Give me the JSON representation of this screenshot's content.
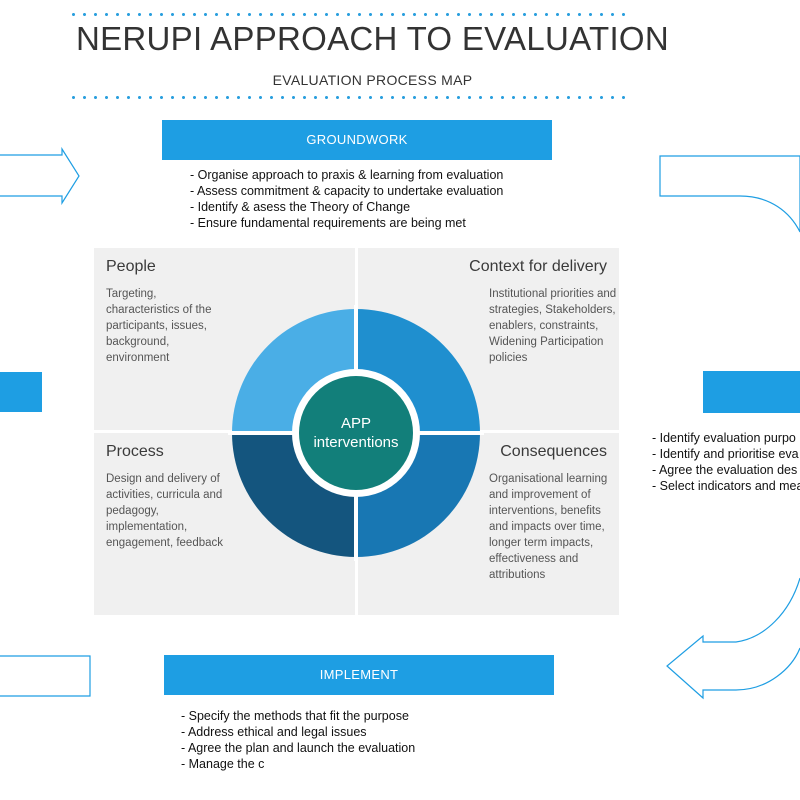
{
  "header": {
    "title": "NERUPI APPROACH TO EVALUATION",
    "subtitle": "EVALUATION PROCESS MAP"
  },
  "groundwork": {
    "label": "GROUNDWORK",
    "bullets": [
      "- Organise approach to praxis & learning from evaluation",
      "- Assess commitment & capacity to undertake evaluation",
      "- Identify & asess the Theory of Change",
      "- Ensure fundamental requirements are being met"
    ]
  },
  "plan": {
    "bullets": [
      "- Identify evaluation purpo",
      "- Identify and prioritise eva",
      "- Agree the evaluation des",
      "- Select indicators and mea"
    ]
  },
  "implement": {
    "label": "IMPLEMENT",
    "bullets": [
      "- Specify the methods that fit the purpose",
      "- Address ethical and legal issues",
      "- Agree the plan and launch the evaluation",
      "- Manage the c"
    ]
  },
  "quadrants": {
    "people": {
      "title": "People",
      "text": "Targeting, characteristics of the participants, issues, background, environment"
    },
    "context": {
      "title": "Context for delivery",
      "text": "Institutional priorities and strategies, Stakeholders, enablers, constraints, Widening Participation policies"
    },
    "process": {
      "title": "Process",
      "text": "Design and delivery of activities, curricula and pedagogy, implementation, engagement, feedback"
    },
    "consequences": {
      "title": "Consequences",
      "text": "Organisational learning and improvement of interventions, benefits and impacts over time, longer term impacts, effectiveness and attributions"
    }
  },
  "center": {
    "line1": "APP",
    "line2": "interventions"
  },
  "colors": {
    "accent": "#1e9ee3",
    "quad_top_left": "#4aaee6",
    "quad_top_right": "#1f8fcf",
    "quad_bottom_left": "#14557e",
    "quad_bottom_right": "#1877b3",
    "center": "#127f7a",
    "panel": "#f0f0f0"
  }
}
